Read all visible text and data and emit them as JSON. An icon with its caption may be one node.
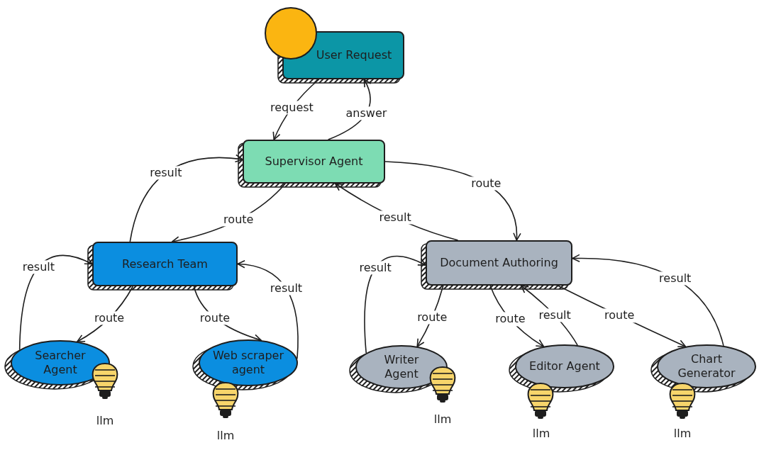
{
  "diagram": {
    "nodes": [
      {
        "text": [
          "User Request"
        ]
      },
      {
        "text": [
          "Supervisor Agent"
        ]
      },
      {
        "text": [
          "Research Team"
        ]
      },
      {
        "text": [
          "Document Authoring"
        ]
      },
      {
        "text": [
          "Searcher Agent"
        ],
        "beside": [
          "llm"
        ]
      },
      {
        "text": [
          "Web scraper agent"
        ],
        "beside": [
          "llm"
        ]
      },
      {
        "text": [
          "Writer Agent"
        ],
        "beside": [
          "llm"
        ]
      },
      {
        "text": [
          "Editor Agent"
        ],
        "beside": [
          "llm"
        ]
      },
      {
        "text": [
          "Chart Generator"
        ],
        "beside": [
          "llm"
        ]
      }
    ],
    "edges": [
      {
        "from": 0,
        "to": 1,
        "label": "request",
        "arrow": "to"
      },
      {
        "from": 1,
        "to": 0,
        "label": "answer",
        "arrow": "to"
      },
      {
        "from": 1,
        "to": 2,
        "label": "route",
        "arrow": "to"
      },
      {
        "from": 2,
        "to": 1,
        "label": "result",
        "arrow": "to"
      },
      {
        "from": 1,
        "to": 3,
        "label": "route",
        "arrow": "to"
      },
      {
        "from": 3,
        "to": 1,
        "label": "result",
        "arrow": "to"
      },
      {
        "from": 2,
        "to": 4,
        "label": "route",
        "arrow": "to"
      },
      {
        "from": 4,
        "to": 2,
        "label": "result",
        "arrow": "to"
      },
      {
        "from": 2,
        "to": 5,
        "label": "route",
        "arrow": "to"
      },
      {
        "from": 5,
        "to": 2,
        "label": "result",
        "arrow": "to"
      },
      {
        "from": 3,
        "to": 6,
        "label": "route",
        "arrow": "to"
      },
      {
        "from": 6,
        "to": 3,
        "label": "result",
        "arrow": "to"
      },
      {
        "from": 3,
        "to": 7,
        "label": "route",
        "arrow": "to"
      },
      {
        "from": 7,
        "to": 3,
        "label": "result",
        "arrow": "to"
      },
      {
        "from": 3,
        "to": 8,
        "label": "route",
        "arrow": "to"
      },
      {
        "from": 8,
        "to": 3,
        "label": "result",
        "arrow": "to"
      }
    ]
  }
}
